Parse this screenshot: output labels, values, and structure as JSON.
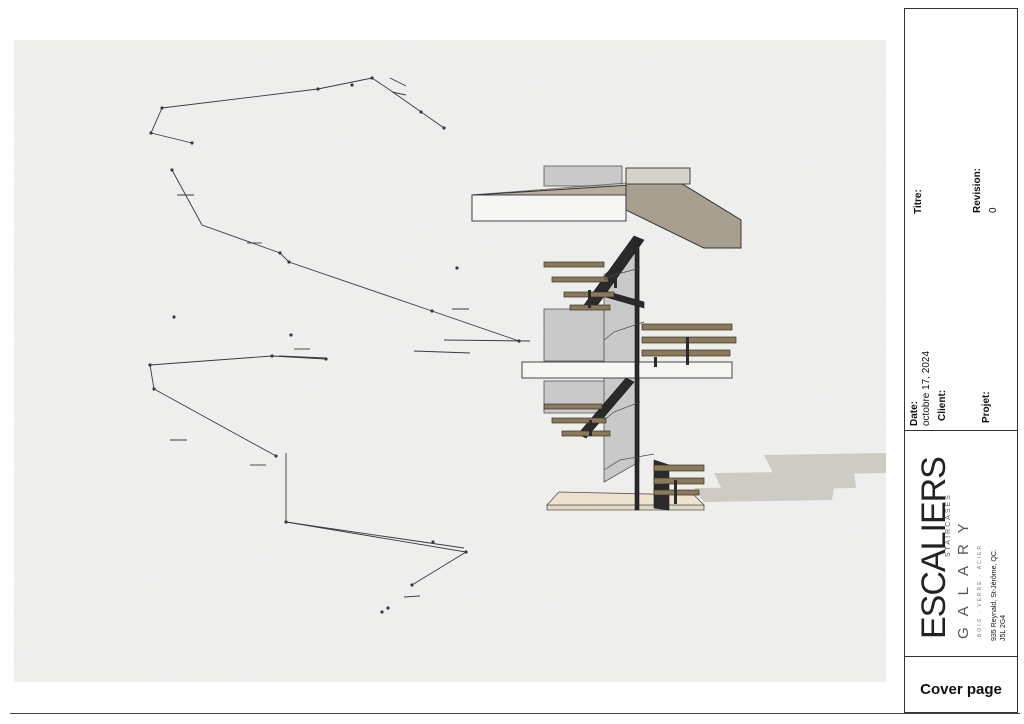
{
  "title_block": {
    "titre_label": "Titre:",
    "revision_label": "Revision:",
    "revision_value": "0",
    "date_label": "Date:",
    "date_value": "octobre 17, 2024",
    "client_label": "Client:",
    "projet_label": "Projet:",
    "cover_label": "Cover page"
  },
  "logo": {
    "brand": "ESCALIERS",
    "sub_brand": "GALARY",
    "tag_staircases": "STAIRCASES",
    "tag_materials": "BOIS · VERRE · ACIER",
    "address": "935 Reynald, St-Jérôme, QC.",
    "postal": "J5L 2G4"
  },
  "colors": {
    "paper": "#f1f1ef",
    "slab": "#b5ad9e",
    "glass": "#c9c9c9",
    "steel": "#2a2a2a",
    "tread": "#8a7a5c",
    "shadow": "#c8c6bd"
  }
}
